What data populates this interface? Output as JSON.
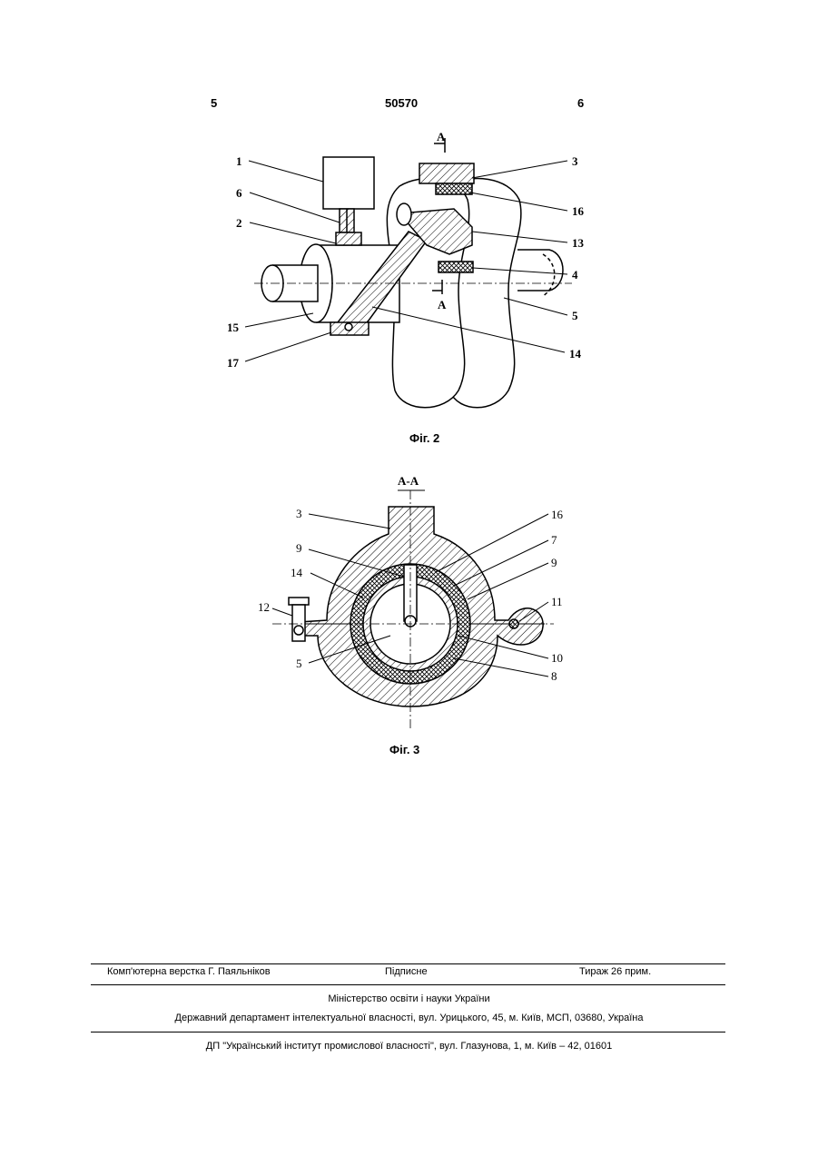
{
  "header": {
    "page_left": "5",
    "patent_number": "50570",
    "page_right": "6"
  },
  "fig2": {
    "caption": "Фіг. 2",
    "section_marks": [
      "А",
      "А"
    ],
    "labels": [
      "1",
      "6",
      "2",
      "15",
      "17",
      "3",
      "16",
      "13",
      "4",
      "5",
      "14"
    ]
  },
  "fig3": {
    "caption": "Фіг. 3",
    "section_title": "А-А",
    "labels": [
      "3",
      "9",
      "14",
      "12",
      "5",
      "16",
      "7",
      "9",
      "11",
      "10",
      "8"
    ]
  },
  "footer": {
    "typesetter": "Комп'ютерна верстка Г. Паяльніков",
    "signed": "Підписне",
    "circulation": "Тираж 26 прим.",
    "ministry": "Міністерство освіти і науки України",
    "department": "Державний департамент інтелектуальної власності, вул. Урицького, 45, м. Київ, МСП, 03680, Україна",
    "institute": "ДП \"Український інститут промислової власності\", вул. Глазунова, 1, м. Київ – 42, 01601"
  }
}
